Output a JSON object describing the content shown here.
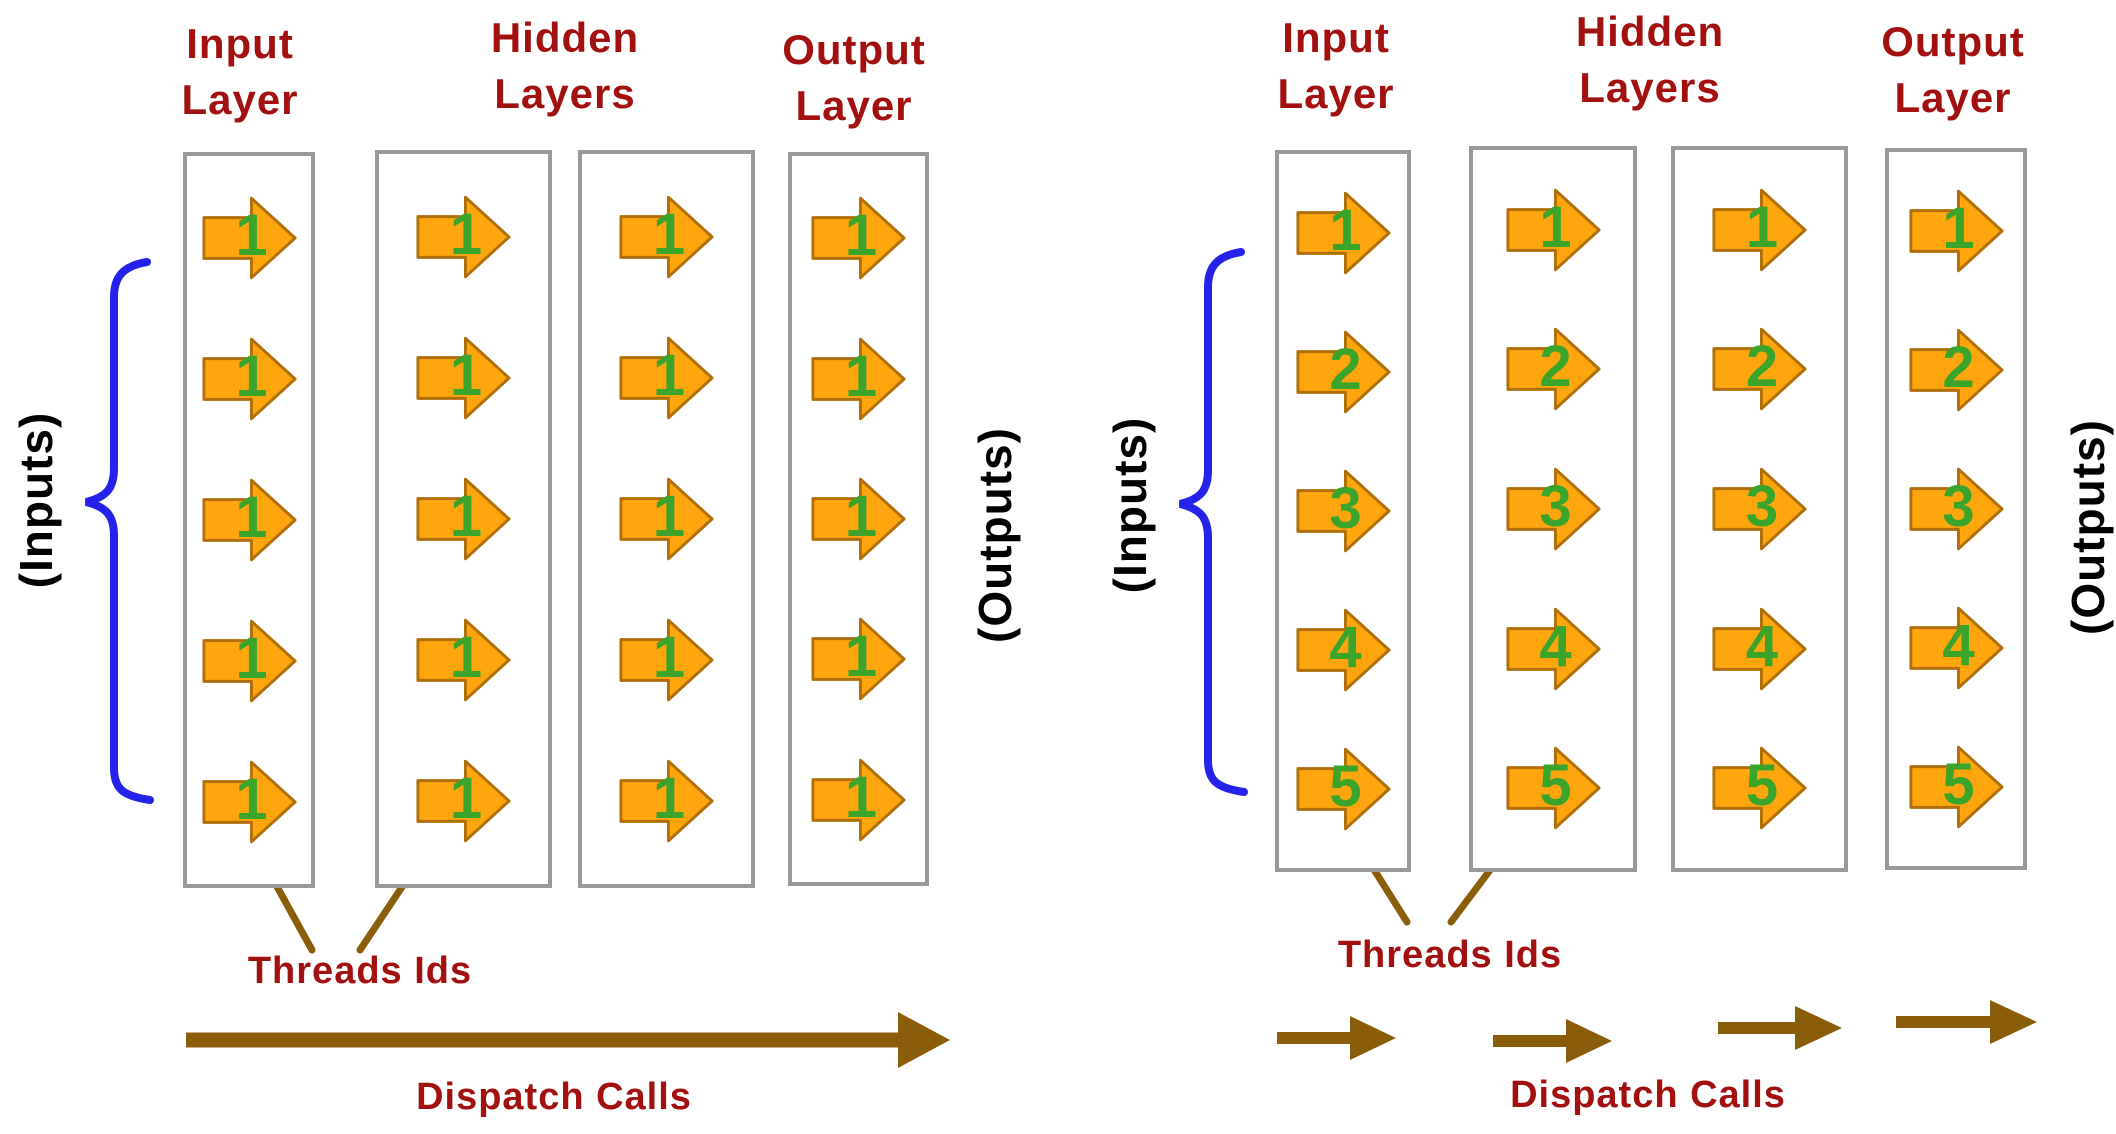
{
  "palette": {
    "header_red": "#A31010",
    "arrow_orange": "#FFA60F",
    "arrow_border": "#B06F0A",
    "thread_green": "#3AA42B",
    "dispatch_brown": "#8A5D0B",
    "brace_blue": "#2522EA",
    "box_border": "#999999",
    "io_label_black": "#000000"
  },
  "left_diagram": {
    "header_input": "Input\nLayer",
    "header_hidden": "Hidden\nLayers",
    "header_output": "Output\nLayer",
    "inputs_label": "(Inputs)",
    "outputs_label": "(Outputs)",
    "threads_ids_label": "Threads Ids",
    "dispatch_calls_label": "Dispatch Calls",
    "dispatch_arrow_count": 1,
    "columns": [
      {
        "layer": "input",
        "thread_ids": [
          "1",
          "1",
          "1",
          "1",
          "1"
        ]
      },
      {
        "layer": "hidden-1",
        "thread_ids": [
          "1",
          "1",
          "1",
          "1",
          "1"
        ]
      },
      {
        "layer": "hidden-2",
        "thread_ids": [
          "1",
          "1",
          "1",
          "1",
          "1"
        ]
      },
      {
        "layer": "output",
        "thread_ids": [
          "1",
          "1",
          "1",
          "1",
          "1"
        ]
      }
    ]
  },
  "right_diagram": {
    "header_input": "Input\nLayer",
    "header_hidden": "Hidden\nLayers",
    "header_output": "Output\nLayer",
    "inputs_label": "(Inputs)",
    "outputs_label": "(Outputs)",
    "threads_ids_label": "Threads Ids",
    "dispatch_calls_label": "Dispatch Calls",
    "dispatch_arrow_count": 4,
    "columns": [
      {
        "layer": "input",
        "thread_ids": [
          "1",
          "2",
          "3",
          "4",
          "5"
        ]
      },
      {
        "layer": "hidden-1",
        "thread_ids": [
          "1",
          "2",
          "3",
          "4",
          "5"
        ]
      },
      {
        "layer": "hidden-2",
        "thread_ids": [
          "1",
          "2",
          "3",
          "4",
          "5"
        ]
      },
      {
        "layer": "output",
        "thread_ids": [
          "1",
          "2",
          "3",
          "4",
          "5"
        ]
      }
    ]
  }
}
